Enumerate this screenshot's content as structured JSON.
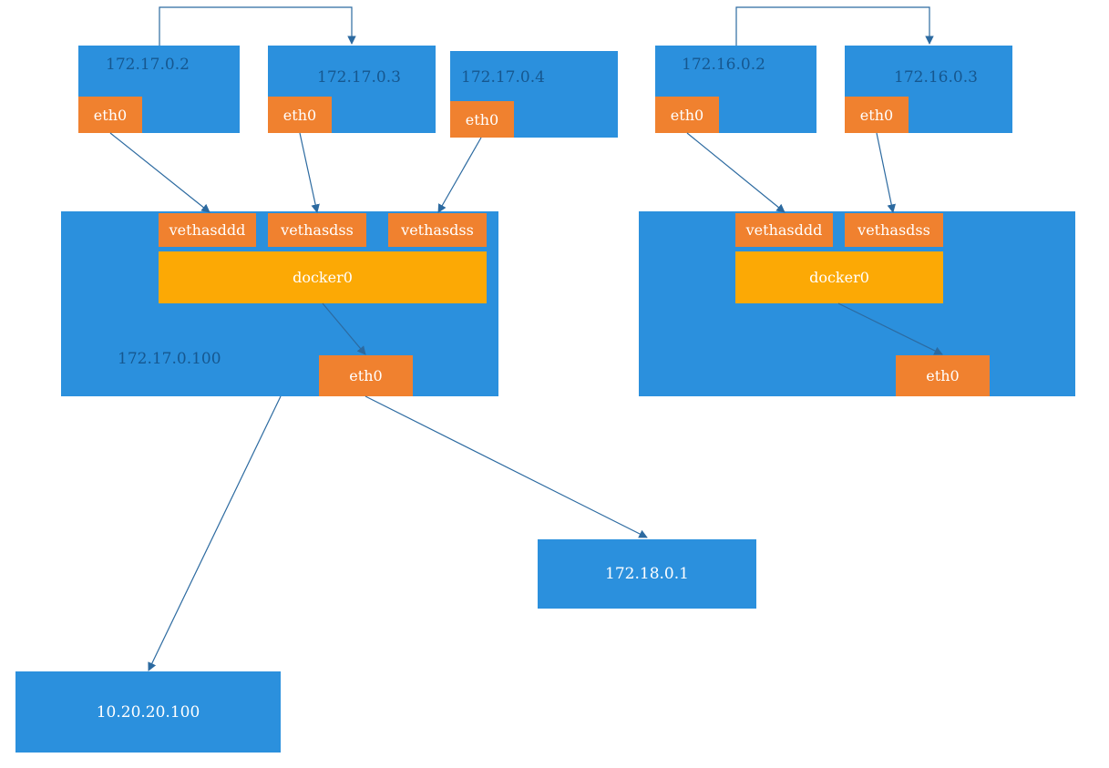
{
  "left_host": {
    "ip_label": "172.17.0.100",
    "containers": [
      {
        "ip": "172.17.0.2",
        "iface": "eth0"
      },
      {
        "ip": "172.17.0.3",
        "iface": "eth0"
      },
      {
        "ip": "172.17.0.4",
        "iface": "eth0"
      }
    ],
    "veths": [
      "vethasddd",
      "vethasdss",
      "vethasdss"
    ],
    "bridge": "docker0",
    "iface": "eth0"
  },
  "right_host": {
    "containers": [
      {
        "ip": "172.16.0.2",
        "iface": "eth0"
      },
      {
        "ip": "172.16.0.3",
        "iface": "eth0"
      }
    ],
    "veths": [
      "vethasddd",
      "vethasdss"
    ],
    "bridge": "docker0",
    "iface": "eth0"
  },
  "external": [
    {
      "ip": "172.18.0.1"
    },
    {
      "ip": "10.20.20.100"
    }
  ],
  "colors": {
    "box_blue": "#2b90dd",
    "iface_orange": "#f0812f",
    "bridge_yellow": "#fca905",
    "line": "#2c6aa0",
    "label_text": "#16578f"
  }
}
